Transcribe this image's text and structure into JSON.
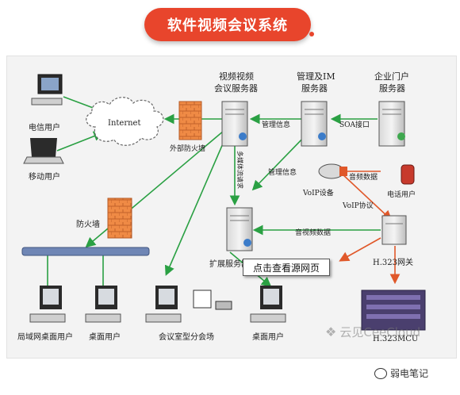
{
  "title": "软件视频会议系统",
  "labels": {
    "telecom_user": "电信用户",
    "mobile_user": "移动用户",
    "internet": "Internet",
    "external_firewall": "外部防火墙",
    "firewall": "防火墙",
    "video_server_l1": "视频视频",
    "video_server_l2": "会议服务器",
    "mgmt_server_l1": "管理及IM",
    "mgmt_server_l2": "服务器",
    "portal_server_l1": "企业门户",
    "portal_server_l2": "服务器",
    "mgmt_info_1": "管理信息",
    "soa_interface": "SOA接口",
    "mgmt_info_2": "管理信息",
    "multicast_request": "多媒体流请求",
    "voip_device": "VoIP设备",
    "audio_data": "音频数据",
    "phone_user": "电话用户",
    "voip_protocol": "VoIP协议",
    "av_data": "音视频数据",
    "extension_server": "扩展服务器",
    "h323_gateway": "H.323网关",
    "h323_mcu": "H.323MCU",
    "lan_desktop_user": "局域网桌面用户",
    "desktop_user_1": "桌面用户",
    "conference_room": "会议室型分会场",
    "desktop_user_2": "桌面用户"
  },
  "tooltip": "点击查看源网页",
  "watermark": "云见CeeCloud",
  "footer": "弱电笔记",
  "colors": {
    "accent": "#e8452c",
    "green_link": "#2aa043",
    "orange_link": "#e0582a",
    "firewall": "#e9823d",
    "lan_bar": "#6f86b5"
  }
}
